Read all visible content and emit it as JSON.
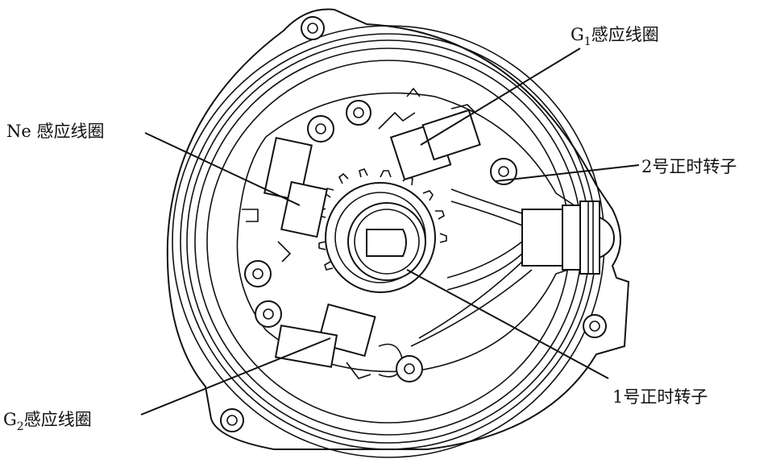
{
  "labels": {
    "g1_coil": {
      "prefix": "G",
      "sub": "1",
      "text": "感应线圈"
    },
    "ne_coil": {
      "text": "Ne 感应线圈"
    },
    "rotor2": {
      "text": "2号正时转子"
    },
    "g2_coil": {
      "prefix": "G",
      "sub": "2",
      "text": "感应线圈"
    },
    "rotor1": {
      "text": "1号正时转子"
    }
  }
}
